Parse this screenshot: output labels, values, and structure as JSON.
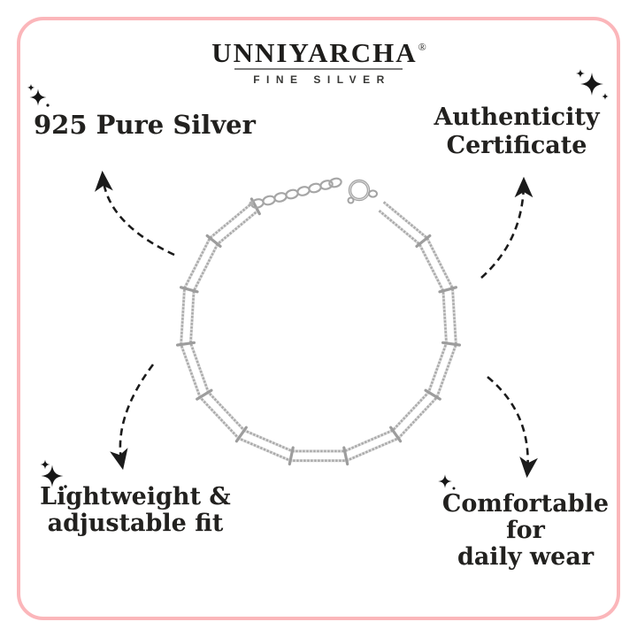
{
  "brand": {
    "name": "UNNIYARCHA",
    "registered": "®",
    "tagline": "FINE SILVER"
  },
  "features": [
    {
      "name": "925 Pure Silver",
      "lines": [
        "925 Pure Silver"
      ]
    },
    {
      "name": "Authenticity Certificate",
      "lines": [
        "Authenticity",
        "Certificate"
      ]
    },
    {
      "name": "Lightweight & adjustable fit",
      "lines": [
        "Lightweight &",
        "adjustable fit"
      ]
    },
    {
      "name": "Comfortable for daily wear",
      "lines": [
        "Comfortable for",
        "daily wear"
      ]
    }
  ],
  "icons": {
    "sparkle": "four-point-star-cluster"
  },
  "product": {
    "subject": "double-strand silver bead-station chain bracelet with spring-ring clasp and extender chain"
  },
  "colors": {
    "frame_pink": "#fbb6ba",
    "text_dark": "#22211f",
    "sparkle_black": "#161616",
    "arrow_black": "#1b1b1b",
    "chain_silver": "#b3b3b3",
    "chain_light": "#e0e0e0"
  }
}
